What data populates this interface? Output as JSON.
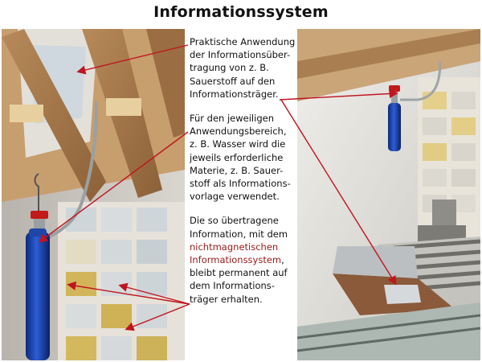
{
  "title": "Informationssystem",
  "paragraphs": {
    "p1": [
      "Praktische Anwendung",
      "der Informationsüber-",
      "tragung von z. B.",
      "Sauerstoff auf den",
      "Informationsträger."
    ],
    "p2": [
      "Für den jeweiligen",
      "Anwendungsbereich,",
      "z. B. Wasser wird die",
      "jeweils erforderliche",
      "Materie, z. B. Sauer-",
      "stoff als Informations-",
      "vorlage verwendet."
    ],
    "p3_before": [
      "Die so übertragene",
      "Information, mit dem"
    ],
    "p3_highlight": [
      "nichtmagnetischen",
      "Informationssystem"
    ],
    "p3_comma": ",",
    "p3_after": [
      "bleibt permanent auf",
      "dem Informations-",
      "träger erhalten."
    ]
  },
  "colors": {
    "arrow": "#c0141e",
    "highlight": "#9b1a1a",
    "text": "#111111"
  }
}
